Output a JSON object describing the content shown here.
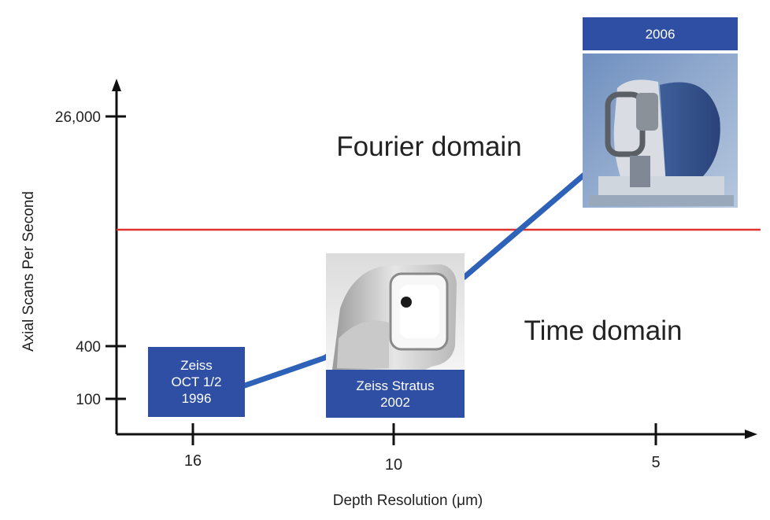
{
  "chart_data": {
    "type": "line",
    "ylabel": "Axial Scans Per Second",
    "xlabel": "Depth Resolution (μm)",
    "y_ticks": [
      "26,000",
      "400",
      "100"
    ],
    "x_ticks": [
      "16",
      "10",
      "5"
    ],
    "series": [
      {
        "points": [
          {
            "x": 16,
            "y": 100
          },
          {
            "x": 10,
            "y": 400
          },
          {
            "x": 5,
            "y": 26000
          }
        ]
      }
    ],
    "threshold_line_color": "#e0332f",
    "series_color": "#2e62b8",
    "region_labels": {
      "upper": "Fourier domain",
      "lower": "Time domain"
    },
    "devices": [
      {
        "lines": [
          "Zeiss",
          "OCT 1/2",
          "1996"
        ]
      },
      {
        "lines": [
          "Zeiss Stratus",
          "2002"
        ],
        "image": "stratus-oct-photo"
      },
      {
        "lines": [
          "2006"
        ],
        "image": "cirrus-oct-photo"
      }
    ]
  }
}
